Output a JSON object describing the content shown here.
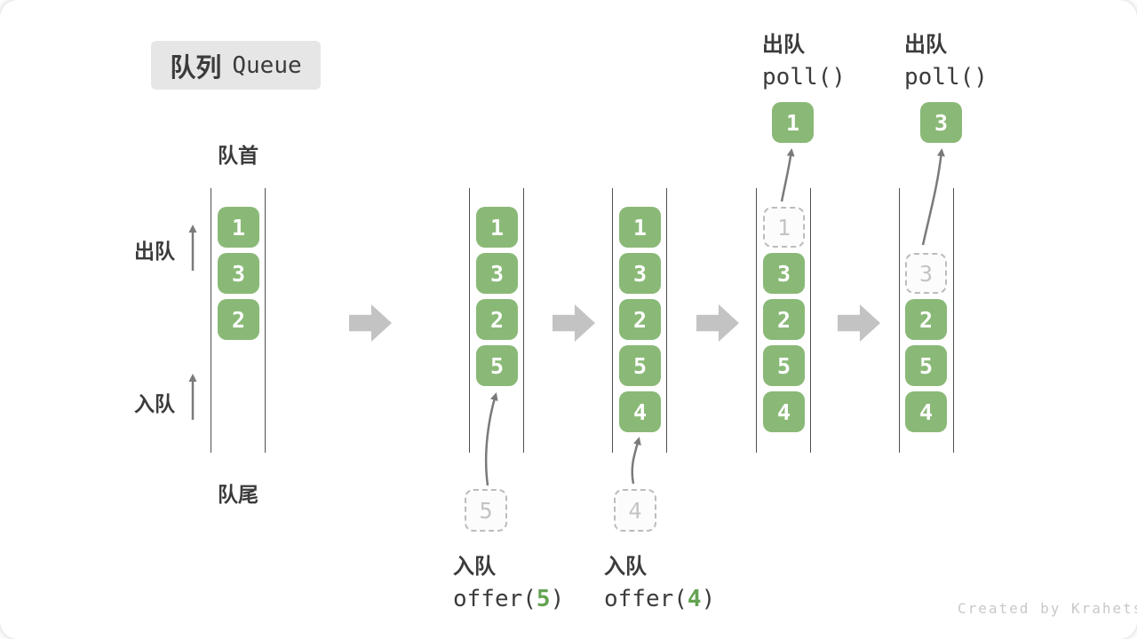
{
  "title": {
    "zh": "队列",
    "en": "Queue"
  },
  "labels": {
    "front": "队首",
    "rear": "队尾",
    "dequeue_side": "出队",
    "enqueue_side": "入队"
  },
  "columns": [
    {
      "cells": [
        "1",
        "3",
        "2"
      ]
    },
    {
      "cells": [
        "1",
        "3",
        "2",
        "5"
      ],
      "staging": "5"
    },
    {
      "cells": [
        "1",
        "3",
        "2",
        "5",
        "4"
      ],
      "staging": "4"
    },
    {
      "removed": "1",
      "cells": [
        "3",
        "2",
        "5",
        "4"
      ],
      "popped": "1"
    },
    {
      "removed": "3",
      "cells": [
        "2",
        "5",
        "4"
      ],
      "popped": "3"
    }
  ],
  "operations": {
    "enqueue5": {
      "label": "入队",
      "prefix": "offer(",
      "arg": "5",
      "suffix": ")"
    },
    "enqueue4": {
      "label": "入队",
      "prefix": "offer(",
      "arg": "4",
      "suffix": ")"
    },
    "poll1": {
      "label": "出队",
      "code": "poll()"
    },
    "poll2": {
      "label": "出队",
      "code": "poll()"
    }
  },
  "colors": {
    "box_green": "#8ab977",
    "arg_green": "#64a351",
    "text_dark": "#3b3b3b",
    "block_arrow_gray": "#c3c3c3",
    "dashed_gray": "#bcbcbc",
    "thin_arrow_gray": "#7a7a7a"
  },
  "watermark": "Created by Krahets"
}
